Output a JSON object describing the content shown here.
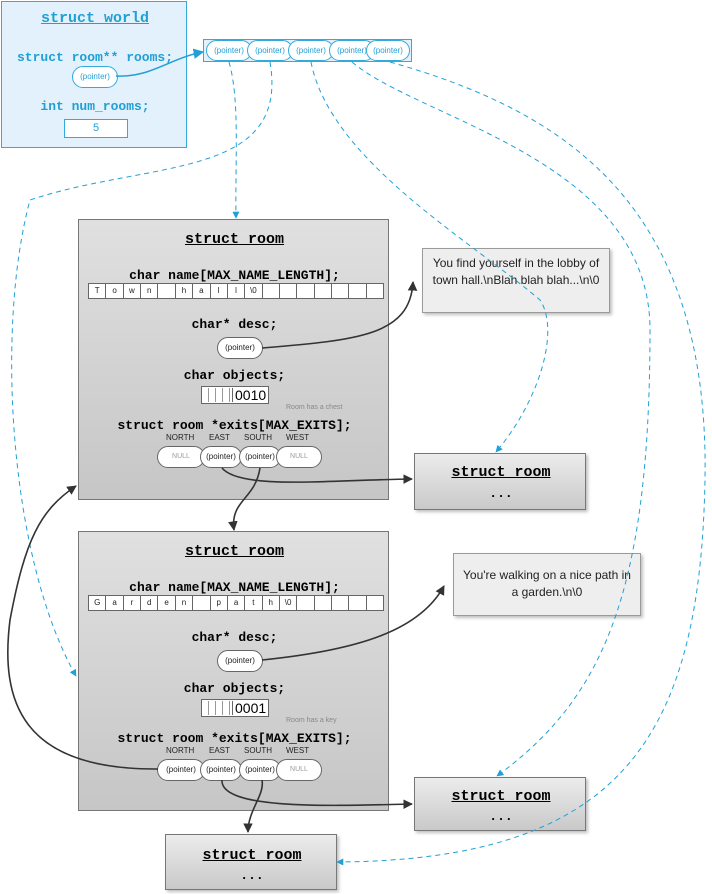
{
  "world": {
    "title": "struct world",
    "rooms_label": "struct room** rooms;",
    "rooms_ptr": "(pointer)",
    "num_rooms_label": "int num_rooms;",
    "num_rooms_value": "5"
  },
  "rooms_array": [
    "(pointer)",
    "(pointer)",
    "(pointer)",
    "(pointer)",
    "(pointer)"
  ],
  "room1": {
    "title": "struct room",
    "name_label": "char name[MAX_NAME_LENGTH];",
    "name_chars": [
      "T",
      "o",
      "w",
      "n",
      "",
      "h",
      "a",
      "l",
      "l",
      "\\0",
      "",
      "",
      "",
      "",
      "",
      "",
      ""
    ],
    "desc_label": "char* desc;",
    "desc_ptr": "(pointer)",
    "objects_label": "char objects;",
    "objects_value": "0010",
    "objects_note": "Room has a chest",
    "exits_label": "struct room *exits[MAX_EXITS];",
    "dirs": [
      "NORTH",
      "EAST",
      "SOUTH",
      "WEST"
    ],
    "exits": [
      "NULL",
      "(pointer)",
      "(pointer)",
      "NULL"
    ]
  },
  "room1_desc": "You find yourself in the lobby of town hall.\\nBlah blah blah...\\n\\0",
  "room2": {
    "title": "struct room",
    "name_label": "char name[MAX_NAME_LENGTH];",
    "name_chars": [
      "G",
      "a",
      "r",
      "d",
      "e",
      "n",
      "",
      "p",
      "a",
      "t",
      "h",
      "\\0",
      "",
      "",
      "",
      "",
      ""
    ],
    "desc_label": "char* desc;",
    "desc_ptr": "(pointer)",
    "objects_label": "char objects;",
    "objects_value": "0001",
    "objects_note": "Room has a key",
    "exits_label": "struct room *exits[MAX_EXITS];",
    "dirs": [
      "NORTH",
      "EAST",
      "SOUTH",
      "WEST"
    ],
    "exits": [
      "(pointer)",
      "(pointer)",
      "(pointer)",
      "NULL"
    ]
  },
  "room2_desc": "You're walking on a nice path in a garden.\\n\\0",
  "small_rooms": [
    {
      "title": "struct room",
      "ellipsis": "..."
    },
    {
      "title": "struct room",
      "ellipsis": "..."
    },
    {
      "title": "struct room",
      "ellipsis": "..."
    }
  ],
  "colors": {
    "accent": "#21a0d6",
    "arrow": "#333333",
    "room_fill": "#d0d0d0"
  }
}
